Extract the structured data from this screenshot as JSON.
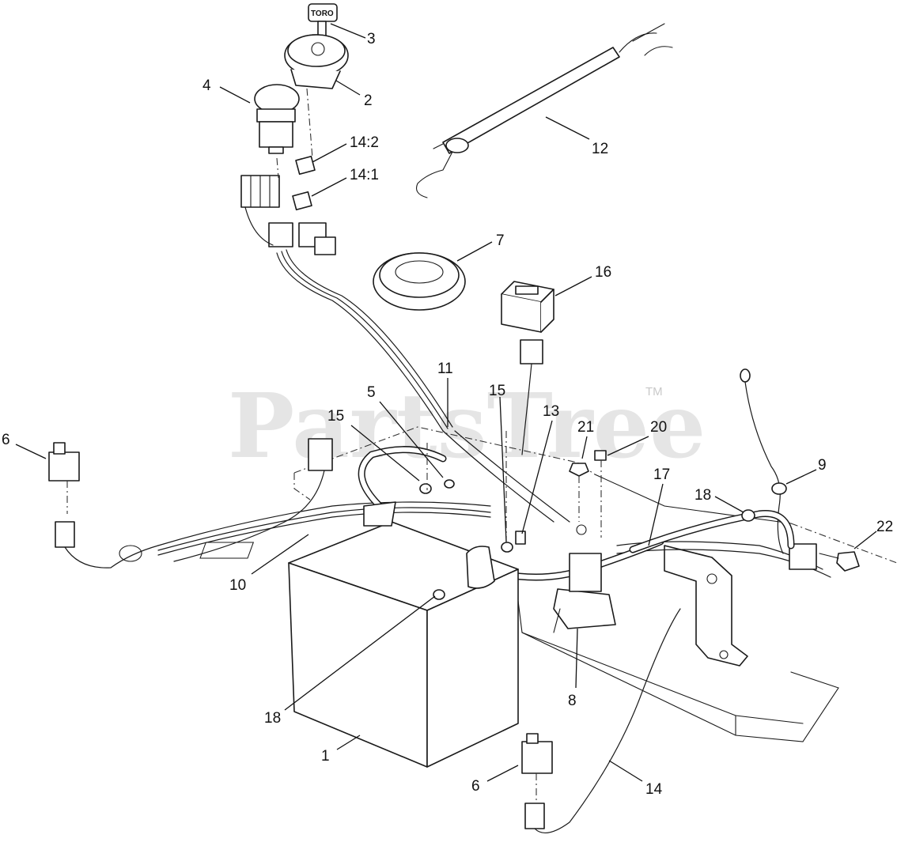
{
  "watermark": {
    "brand": "PartsTree",
    "trademark": "TM"
  },
  "key_text": "TORO",
  "callouts": [
    {
      "id": "3",
      "text": "3"
    },
    {
      "id": "2",
      "text": "2"
    },
    {
      "id": "4",
      "text": "4"
    },
    {
      "id": "14_2",
      "text": "14:2"
    },
    {
      "id": "14_1",
      "text": "14:1"
    },
    {
      "id": "12",
      "text": "12"
    },
    {
      "id": "7",
      "text": "7"
    },
    {
      "id": "16",
      "text": "16"
    },
    {
      "id": "11",
      "text": "11"
    },
    {
      "id": "15a",
      "text": "15"
    },
    {
      "id": "5",
      "text": "5"
    },
    {
      "id": "15b",
      "text": "15"
    },
    {
      "id": "13",
      "text": "13"
    },
    {
      "id": "21",
      "text": "21"
    },
    {
      "id": "20",
      "text": "20"
    },
    {
      "id": "9",
      "text": "9"
    },
    {
      "id": "6a",
      "text": "6"
    },
    {
      "id": "17",
      "text": "17"
    },
    {
      "id": "18a",
      "text": "18"
    },
    {
      "id": "22",
      "text": "22"
    },
    {
      "id": "10",
      "text": "10"
    },
    {
      "id": "8",
      "text": "8"
    },
    {
      "id": "18b",
      "text": "18"
    },
    {
      "id": "1",
      "text": "1"
    },
    {
      "id": "6b",
      "text": "6"
    },
    {
      "id": "14",
      "text": "14"
    }
  ]
}
